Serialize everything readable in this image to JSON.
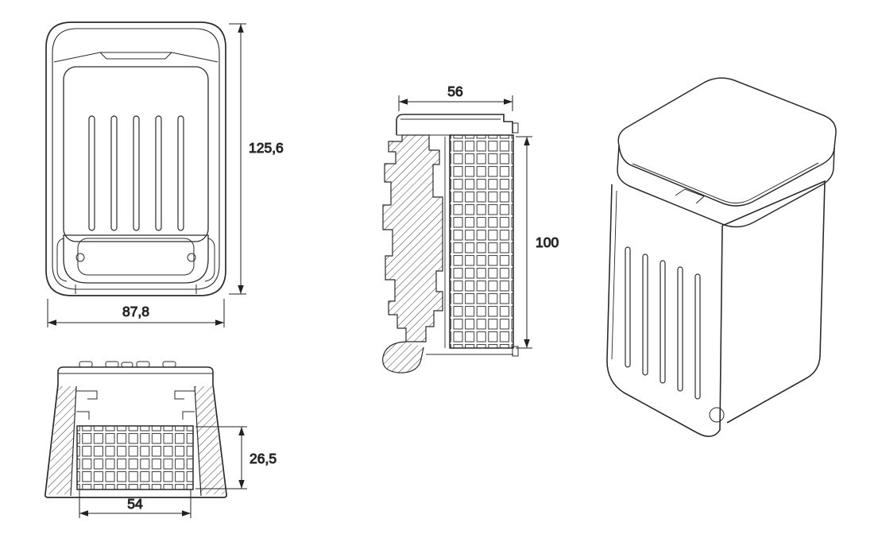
{
  "views": {
    "front": {
      "height_label": "125,6",
      "width_label": "87,8"
    },
    "section": {
      "width_label": "56",
      "height_label": "100"
    },
    "bottom": {
      "height_label": "26,5",
      "width_label": "54"
    }
  },
  "colors": {
    "line": "#2b2b2b",
    "background": "#ffffff"
  }
}
